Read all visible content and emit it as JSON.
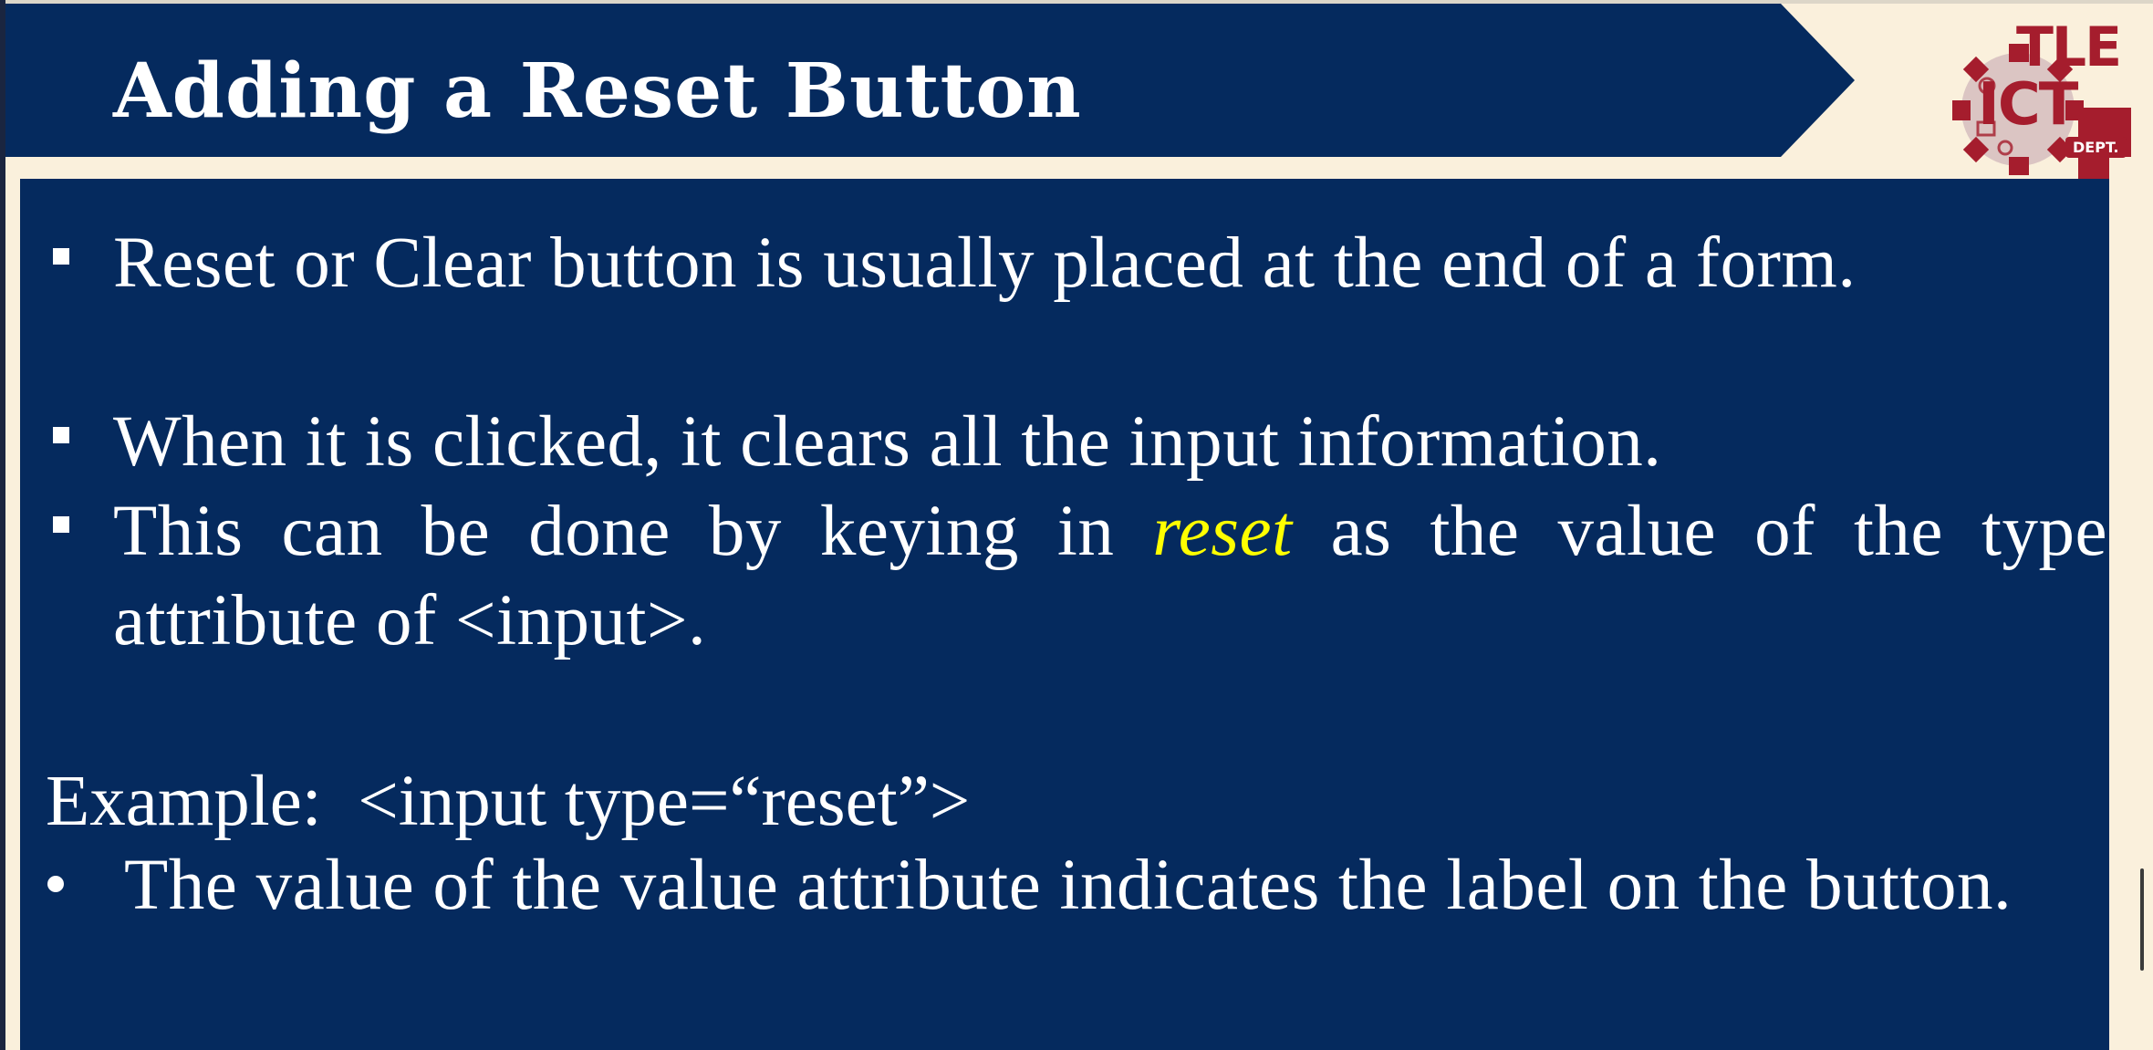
{
  "slide": {
    "title": "Adding a Reset Button",
    "logo": {
      "line1": "TLE",
      "line2": "ICT",
      "line3": "DEPT.",
      "icon": "gear-logo-icon"
    },
    "bullets": [
      {
        "text": "Reset or Clear button is usually placed at the end of a form."
      },
      {
        "text": "When it is clicked, it clears all the input information."
      },
      {
        "before": "This can be done by keying in ",
        "highlight": "reset",
        "after": " as the value of the type attribute of <input>."
      }
    ],
    "example": "Example:  <input type=“reset”>",
    "sub_bullet": "The value of the value attribute indicates the label on the button."
  },
  "colors": {
    "panel": "#052a5e",
    "background": "#faf0dc",
    "text": "#ffffff",
    "highlight": "#ffff00",
    "logo": "#a51d2d"
  }
}
